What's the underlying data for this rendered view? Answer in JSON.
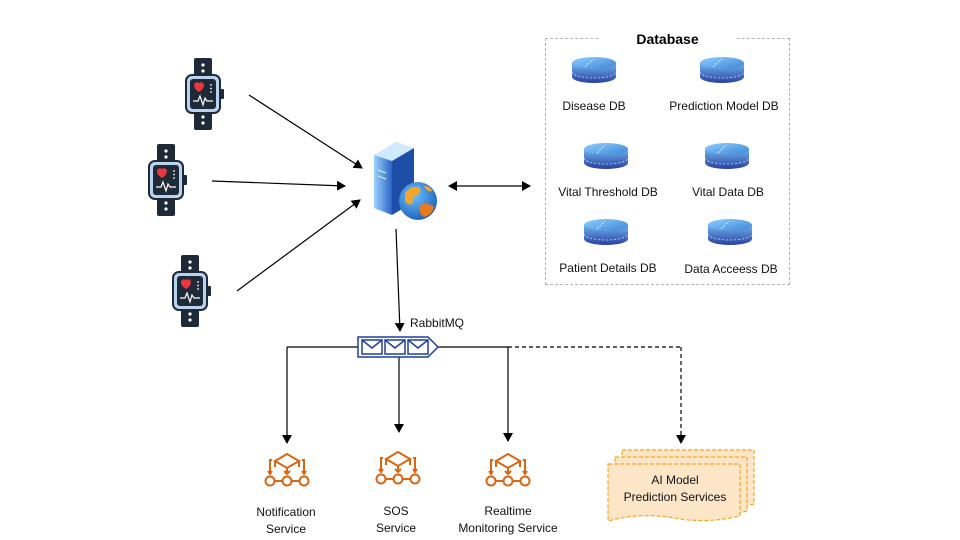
{
  "database": {
    "title": "Database",
    "items": [
      {
        "label": "Disease DB"
      },
      {
        "label": "Prediction Model DB"
      },
      {
        "label": "Vital Threshold DB"
      },
      {
        "label": "Vital Data DB"
      },
      {
        "label": "Patient Details DB"
      },
      {
        "label": "Data Acceess DB"
      }
    ]
  },
  "queue": {
    "label": "RabbitMQ"
  },
  "services": [
    {
      "line1": "Notification",
      "line2": "Service"
    },
    {
      "line1": "SOS",
      "line2": "Service"
    },
    {
      "line1": "Realtime",
      "line2": "Monitoring Service"
    }
  ],
  "ai_service": {
    "line1": "AI Model",
    "line2": "Prediction Services"
  },
  "colors": {
    "service": "#d86613",
    "db_dark": "#2a3f9e",
    "db_light": "#5aa3e8",
    "ai_fill": "#fde5c7",
    "ai_border": "#f5a623"
  }
}
